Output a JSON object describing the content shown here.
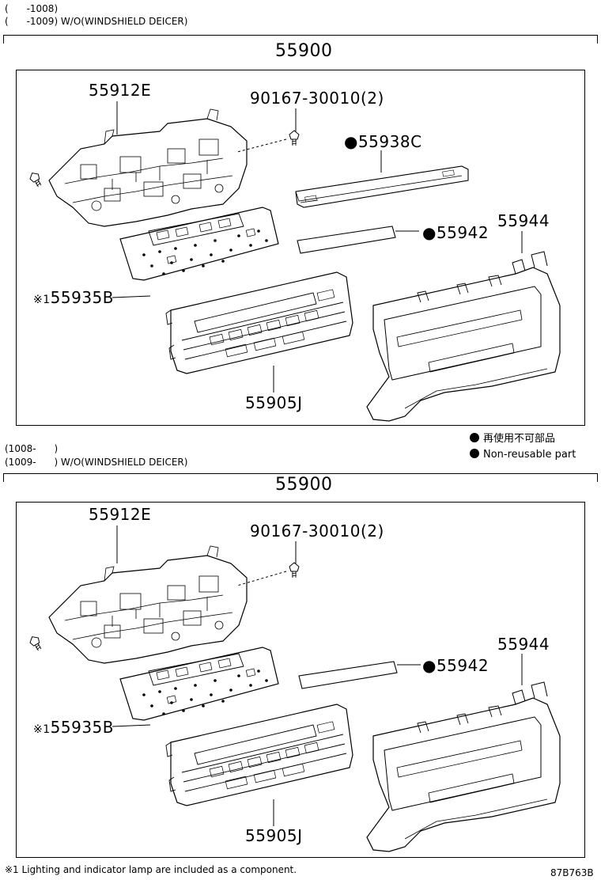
{
  "top": {
    "conditions": [
      "(      -1008)",
      "(      -1009) W/O(WINDSHIELD DEICER)"
    ],
    "assembly": "55900",
    "parts": {
      "p55912e": "55912E",
      "p90167": "90167-30010(2)",
      "p55938c": "55938C",
      "p55942": "55942",
      "p55944": "55944",
      "p55935b": "55935B",
      "p55905j": "55905J"
    }
  },
  "legend": {
    "non_reusable_jp": "再使用不可部品",
    "non_reusable_en": "Non-reusable part"
  },
  "bottom": {
    "conditions": [
      "(1008-      )",
      "(1009-      ) W/O(WINDSHIELD DEICER)"
    ],
    "assembly": "55900",
    "parts": {
      "p55912e": "55912E",
      "p90167": "90167-30010(2)",
      "p55942": "55942",
      "p55944": "55944",
      "p55935b": "55935B",
      "p55905j": "55905J"
    }
  },
  "marks": {
    "note_ref": "※1",
    "non_reusable": "●"
  },
  "footnote": "※1 Lighting and indicator lamp are included as a component.",
  "diagram_code": "87B763B"
}
